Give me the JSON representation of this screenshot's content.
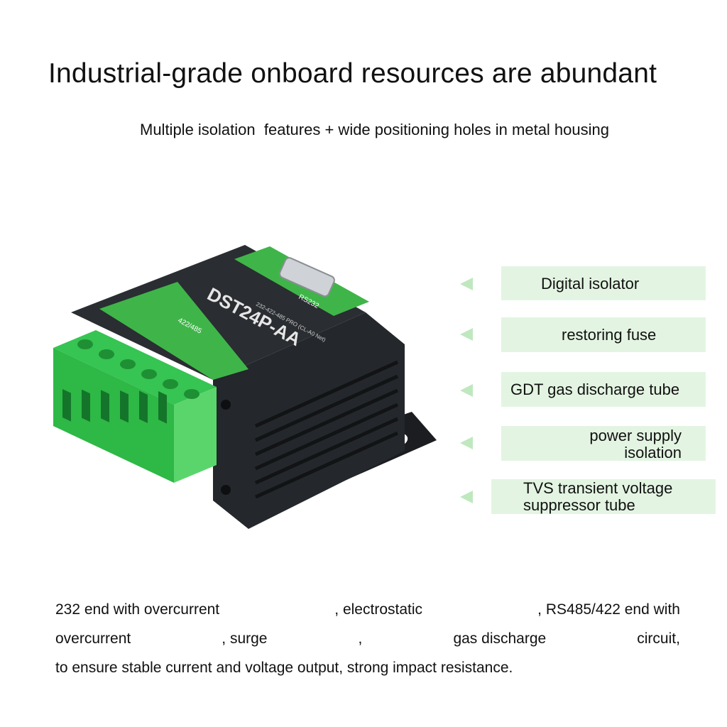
{
  "header": {
    "title": "Industrial-grade onboard resources are abundant",
    "subtitle": "Multiple isolation  features + wide positioning holes in metal housing"
  },
  "device": {
    "model": "DST24P-AA",
    "port_rs232": "RS232",
    "port_485": "422/485",
    "spec_line": "232-422-485 PRO (CL-A0 Net)"
  },
  "features": [
    {
      "label": "Digital isolator"
    },
    {
      "label": "restoring fuse"
    },
    {
      "label": "GDT gas discharge tube"
    },
    {
      "label": "power supply\nisolation"
    },
    {
      "label": "TVS transient voltage\nsuppressor tube"
    }
  ],
  "description": {
    "line1": [
      "232 end with overcurrent",
      ", electrostatic",
      ", RS485/422 end with"
    ],
    "line2": [
      "overcurrent",
      ", surge",
      ",",
      "gas discharge",
      "circuit,"
    ],
    "line3": "to ensure stable current and voltage output, strong impact resistance."
  },
  "colors": {
    "accent_green": "#3fb549",
    "terminal_green": "#2fc24a",
    "feature_bg": "#e3f5e2",
    "arrow": "#bfe8bf",
    "housing": "#1e2124"
  }
}
